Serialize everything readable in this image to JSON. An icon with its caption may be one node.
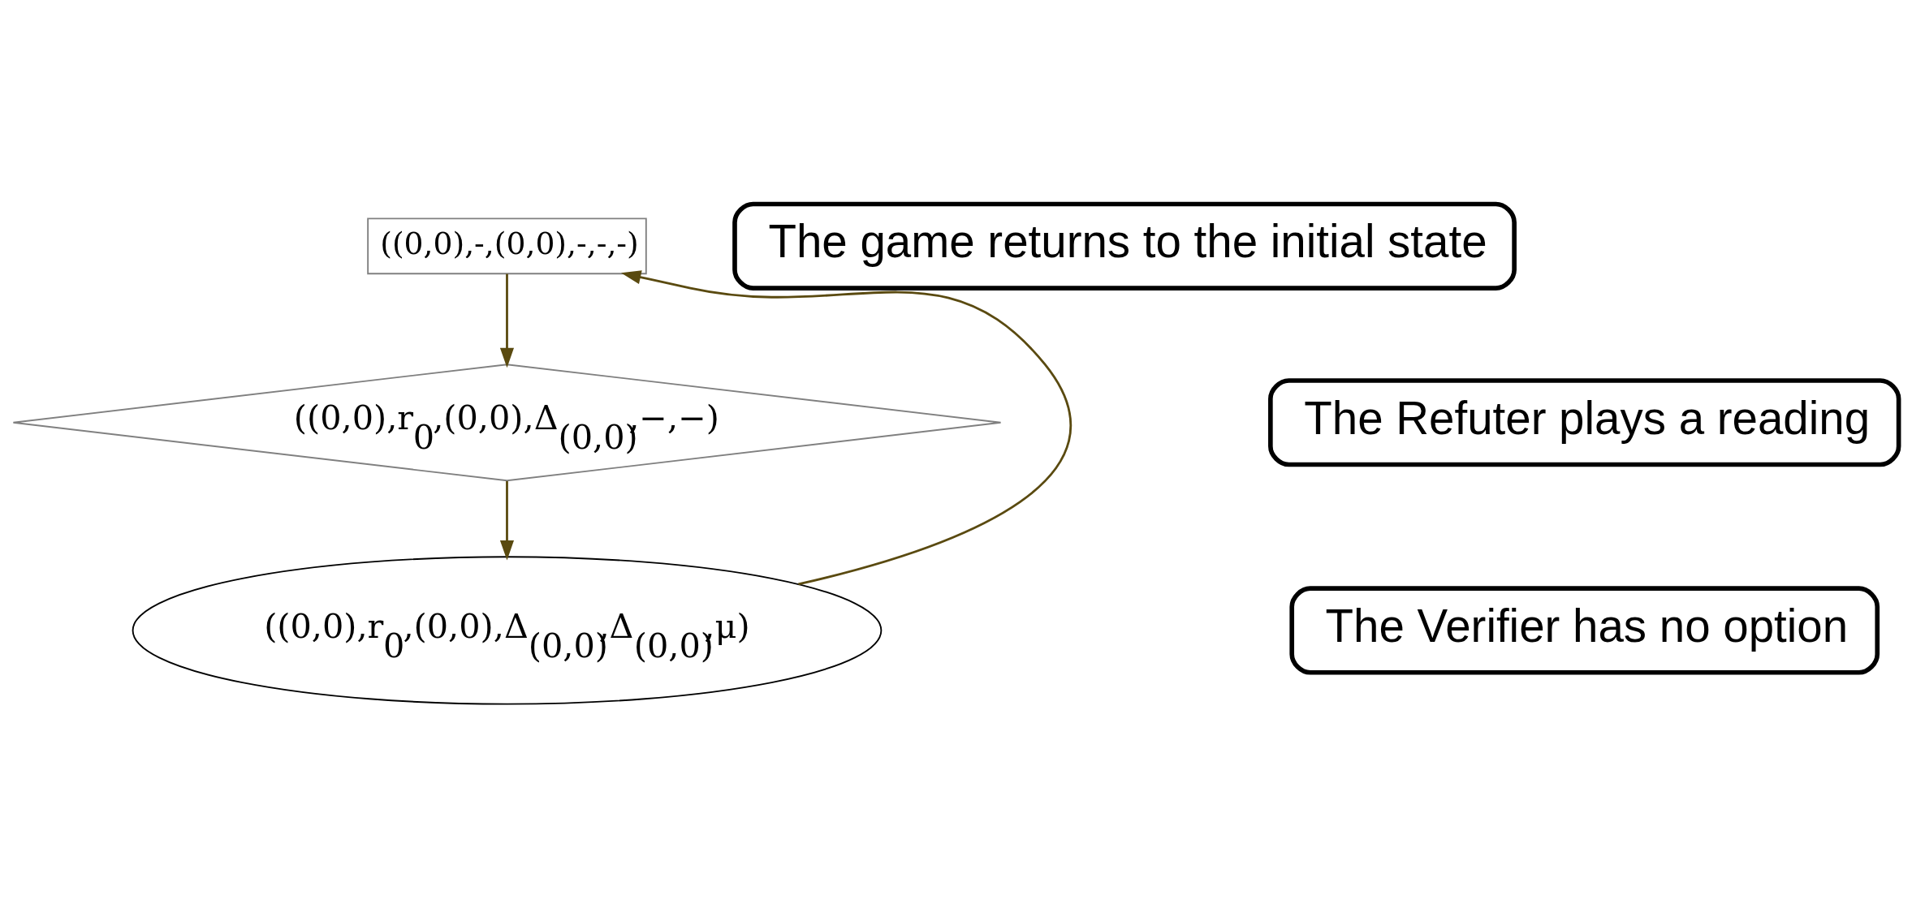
{
  "diagram": {
    "nodes": [
      {
        "text": [
          "((0,0),-,(0,0),-,-,-)"
        ]
      },
      {
        "text": [
          "((0,0),r$_{0}$,(0,0),Δ$_{(0,0)}$,−,−)"
        ]
      },
      {
        "text": [
          "((0,0),r$_{0}$,(0,0),Δ$_{(0,0)}$,Δ$_{(0,0)}$,μ)"
        ]
      },
      {
        "text": [
          "The Refuter plays a reading"
        ]
      },
      {
        "text": [
          "The Verifier has no option"
        ]
      },
      {
        "text": [
          "The game returns to the initial state"
        ]
      }
    ],
    "edges": [
      {
        "from": 0,
        "to": 1,
        "arrow": "to"
      },
      {
        "from": 1,
        "to": 2,
        "arrow": "to"
      },
      {
        "from": 2,
        "to": 0,
        "arrow": "to"
      }
    ]
  }
}
